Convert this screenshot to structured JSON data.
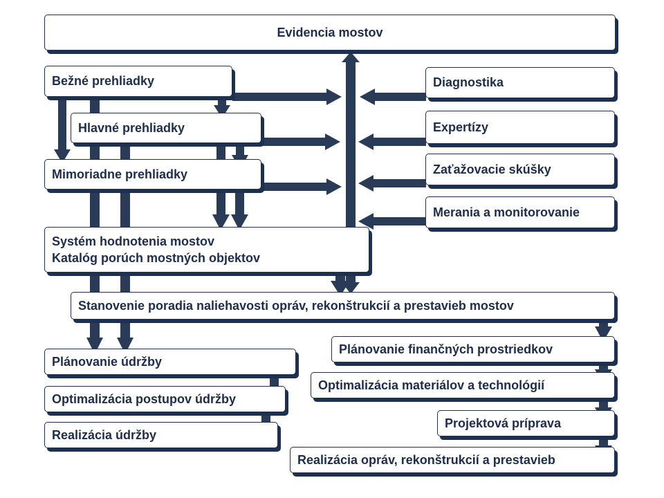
{
  "colors": {
    "arrow": "#2a3b57",
    "box_border": "#1e3050",
    "text": "#1e2e4a",
    "background": "#ffffff"
  },
  "boxes": {
    "evidencia": "Evidencia mostov",
    "bezne": "Bežné prehliadky",
    "hlavne": "Hlavné prehliadky",
    "mimoriadne": "Mimoriadne prehliadky",
    "system_line1": "Systém hodnotenia mostov",
    "system_line2": "Katalóg porúch mostných objektov",
    "diagnostika": "Diagnostika",
    "expertizy": "Expertízy",
    "zatazovacie": "Zaťažovacie skúšky",
    "merania": "Merania a monitorovanie",
    "stanovenie": "Stanovenie poradia naliehavosti opráv, rekonštrukcií a prestavieb mostov",
    "planovanie_udrzby": "Plánovanie údržby",
    "optimalizacia_postupov": "Optimalizácia postupov údržby",
    "realizacia_udrzby": "Realizácia údržby",
    "planovanie_financnych": "Plánovanie finančných prostriedkov",
    "optimalizacia_materialov": "Optimalizácia materiálov a technológií",
    "projektova": "Projektová príprava",
    "realizacia_oprav": "Realizácia opráv, rekonštrukcií a prestavieb"
  }
}
